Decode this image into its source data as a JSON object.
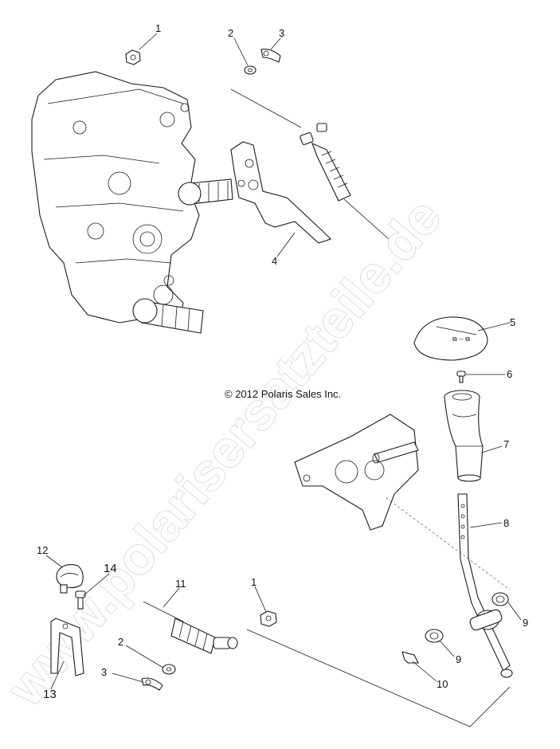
{
  "copyright": "© 2012 Polaris Sales Inc.",
  "watermark": "www.polarisersatzteile.de",
  "callouts": [
    {
      "id": "c1a",
      "label": "1"
    },
    {
      "id": "c2a",
      "label": "2"
    },
    {
      "id": "c3a",
      "label": "3"
    },
    {
      "id": "c4",
      "label": "4"
    },
    {
      "id": "c5",
      "label": "5"
    },
    {
      "id": "c6",
      "label": "6"
    },
    {
      "id": "c7",
      "label": "7"
    },
    {
      "id": "c8",
      "label": "8"
    },
    {
      "id": "c9a",
      "label": "9"
    },
    {
      "id": "c9b",
      "label": "9"
    },
    {
      "id": "c10",
      "label": "10"
    },
    {
      "id": "c11",
      "label": "11"
    },
    {
      "id": "c12",
      "label": "12"
    },
    {
      "id": "c13",
      "label": "13"
    },
    {
      "id": "c14",
      "label": "14"
    },
    {
      "id": "c1b",
      "label": "1"
    },
    {
      "id": "c2b",
      "label": "2"
    },
    {
      "id": "c3b",
      "label": "3"
    }
  ]
}
